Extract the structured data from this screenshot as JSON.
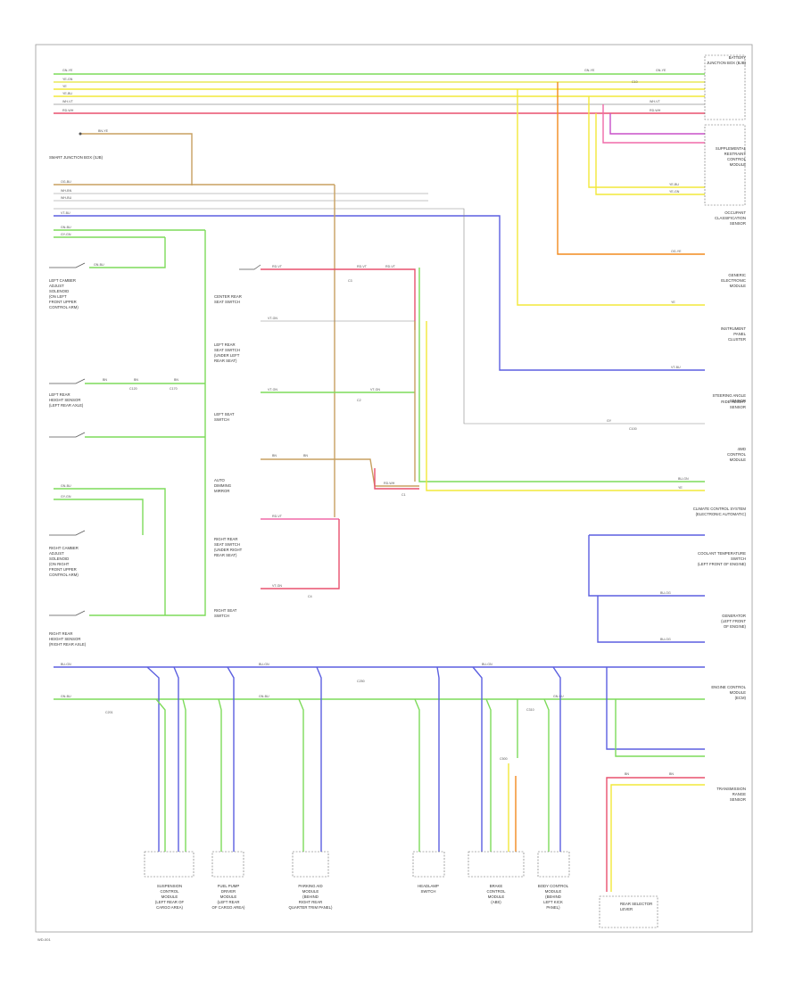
{
  "footer": {
    "figure_number": "WD-001"
  },
  "components": {
    "battery_junction_box": [
      "BATTERY",
      "JUNCTION BOX (BJB)"
    ],
    "smart_junction_box": "SMART JUNCTION BOX (SJB)",
    "supplemental_restraint": [
      "SUPPLEMENTAL",
      "RESTRAINT",
      "CONTROL",
      "MODULE"
    ],
    "occupant_classification": [
      "OCCUPANT",
      "CLASSIFICATION",
      "SENSOR"
    ],
    "gem": [
      "GENERIC",
      "ELECTRONIC",
      "MODULE"
    ],
    "ipc": [
      "INSTRUMENT",
      "PANEL",
      "CLUSTER"
    ],
    "steering_angle_sensor": [
      "STEERING ANGLE",
      "SENSOR"
    ],
    "ride_height_sensor": [
      "RIDE HEIGHT",
      "SENSOR"
    ],
    "four_wd_module": [
      "4WD",
      "CONTROL",
      "MODULE"
    ],
    "climate_control": [
      "CLIMATE CONTROL SYSTEM",
      "(ELECTRONIC AUTOMATIC)"
    ],
    "coolant_temp": [
      "COOLANT TEMPERATURE",
      "SWITCH",
      "(LEFT FRONT OF ENGINE)"
    ],
    "generator": [
      "GENERATOR",
      "(LEFT FRONT",
      "OF ENGINE)"
    ],
    "engine_control": [
      "ENGINE CONTROL",
      "MODULE",
      "(ECM)"
    ],
    "transmission": [
      "TRANSMISSION",
      "RANGE",
      "SENSOR"
    ],
    "rear_selector": [
      "REAR SELECTOR",
      "LEVER"
    ],
    "left_camber": [
      "LEFT CAMBER",
      "ADJUST",
      "SOLENOID",
      "(ON LEFT",
      "FRONT UPPER",
      "CONTROL ARM)"
    ],
    "left_rear_sensor": [
      "LEFT REAR",
      "HEIGHT SENSOR",
      "(LEFT REAR AXLE)"
    ],
    "right_camber": [
      "RIGHT CAMBER",
      "ADJUST",
      "SOLENOID",
      "(ON RIGHT",
      "FRONT UPPER",
      "CONTROL ARM)"
    ],
    "right_rear_sensor": [
      "RIGHT REAR",
      "HEIGHT SENSOR",
      "(RIGHT REAR AXLE)"
    ],
    "center_seat": [
      "CENTER REAR",
      "SEAT SWITCH"
    ],
    "left_rear_seat": [
      "LEFT REAR",
      "SEAT SWITCH",
      "(UNDER LEFT",
      "REAR SEAT)"
    ],
    "left_seat_switch": [
      "LEFT SEAT",
      "SWITCH"
    ],
    "auto_dimming": [
      "AUTO",
      "DIMMING",
      "MIRROR"
    ],
    "right_rear_seat": [
      "RIGHT REAR",
      "SEAT SWITCH",
      "(UNDER RIGHT",
      "REAR SEAT)"
    ],
    "right_seat_switch": [
      "RIGHT SEAT",
      "SWITCH"
    ],
    "suspension_module": [
      "SUSPENSION",
      "CONTROL",
      "MODULE",
      "(LEFT REAR OF",
      "CARGO AREA)"
    ],
    "fuel_pump": [
      "FUEL PUMP",
      "DRIVER",
      "MODULE",
      "(LEFT REAR",
      "OF CARGO AREA)"
    ],
    "parking_aid": [
      "PARKING AID",
      "MODULE",
      "(BEHIND",
      "RIGHT REAR",
      "QUARTER TRIM PANEL)"
    ],
    "headlamp_switch": [
      "HEADLAMP",
      "SWITCH"
    ],
    "brake_module": [
      "BRAKE",
      "CONTROL",
      "MODULE",
      "(ABS)"
    ],
    "body_control": [
      "BODY CONTROL",
      "MODULE",
      "(BEHIND",
      "LEFT KICK",
      "PANEL)"
    ]
  },
  "wires": {
    "gn_ye": "GN-YE",
    "ye_gn": "YE-GN",
    "ye_bu": "YE-BU",
    "wh_vt": "WH-VT",
    "rd_wh": "RD-WH",
    "bn_ye": "BN-YE",
    "og_bu": "OG-BU",
    "gn_bu": "GN-BU",
    "vt_bu": "VT-BU",
    "wh_bu": "WH-BU",
    "gy_gn": "GY-GN",
    "bu_gn": "BU-GN",
    "bu_og": "BU-OG",
    "wh_bn": "WH-BN",
    "rd_vt": "RD-VT",
    "vt_gn": "VT-GN",
    "og_ye": "OG-YE",
    "bn": "BN",
    "ye": "YE",
    "gy": "GY"
  },
  "connectors": {
    "c1": "C1",
    "c2": "C2",
    "c3": "C3",
    "c10": "C10",
    "c100": "C100",
    "c120": "C120",
    "c170": "C170",
    "c201": "C201",
    "c250": "C250",
    "c310": "C310",
    "c4": "C4",
    "c500": "C500"
  },
  "colors": {
    "green": "#7ddb5a",
    "yellow": "#f2e83a",
    "orange": "#f28a1e",
    "red": "#e8506e",
    "pink": "#f06aa8",
    "blue": "#5b5fe0",
    "tan": "#c8a060",
    "gray": "#999999"
  }
}
